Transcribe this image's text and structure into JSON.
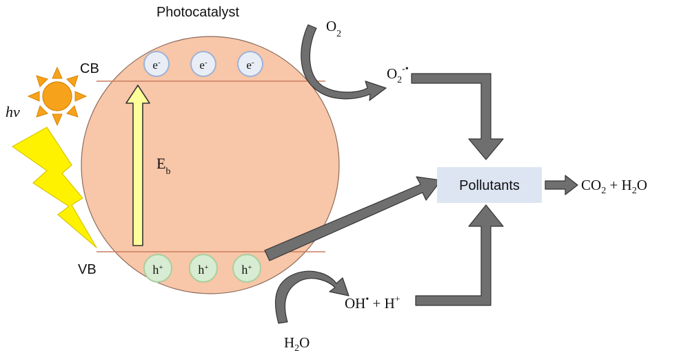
{
  "title": "Photocatalyst",
  "light": {
    "symbol": "hv"
  },
  "bands": {
    "conduction": "CB",
    "valence": "VB",
    "gap_label": "E",
    "gap_sub": "b"
  },
  "carriers": {
    "electron": {
      "base": "e",
      "sup": "-"
    },
    "hole": {
      "base": "h",
      "sup": "+"
    }
  },
  "species": {
    "oxygen": {
      "base": "O",
      "sub": "2"
    },
    "superoxide": {
      "base": "O",
      "sub": "2",
      "sup": "-•"
    },
    "hydroxyl": {
      "base": "OH",
      "sup": "•",
      "rest": " + H",
      "sup2": "+"
    },
    "water": {
      "base": "H",
      "sub": "2",
      "rest": "O"
    },
    "products": {
      "a": "CO",
      "a_sub": "2",
      "mid": " + H",
      "b_sub": "2",
      "b": "O"
    }
  },
  "pollutants": {
    "label": "Pollutants"
  },
  "colors": {
    "particle": "#F8C6A8",
    "particle_stroke": "#8a6a5a",
    "band_line": "#c97b5e",
    "electron_fill": "#E9EEF6",
    "electron_stroke": "#9DB2D6",
    "hole_fill": "#D7ECD2",
    "hole_stroke": "#A9CF9E",
    "gap_arrow": "#FFFF9A",
    "arrow": "#6f6f6f",
    "sun": "#F7A21B",
    "bolt": "#FFF200",
    "pollutant_box": "#DDE5F2"
  }
}
